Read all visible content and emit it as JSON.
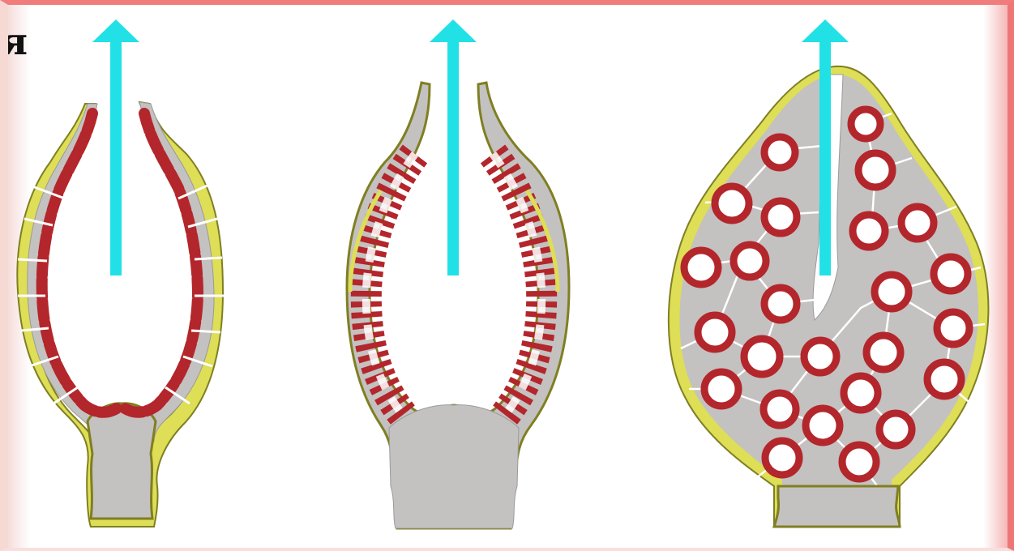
{
  "corner_text": "я",
  "colors": {
    "background": "#ffffff",
    "frame_top": "#f07c7c",
    "frame_right": "#ef7676",
    "frame_left": "#f6d9d3",
    "tissue_gray": "#c2c0c0",
    "cell_outline": "#ffffff",
    "epidermis_yellow": "#dede57",
    "epidermis_edge": "#8a8a2a",
    "germ_cell_red": "#b3262b",
    "arrow_cyan": "#22e1e6"
  },
  "panels": [
    {
      "id": "stage-1",
      "description_icon": "open-cup-single-layer"
    },
    {
      "id": "stage-2",
      "description_icon": "open-cup-double-layer"
    },
    {
      "id": "stage-3",
      "description_icon": "closed-ovule-shape"
    }
  ]
}
